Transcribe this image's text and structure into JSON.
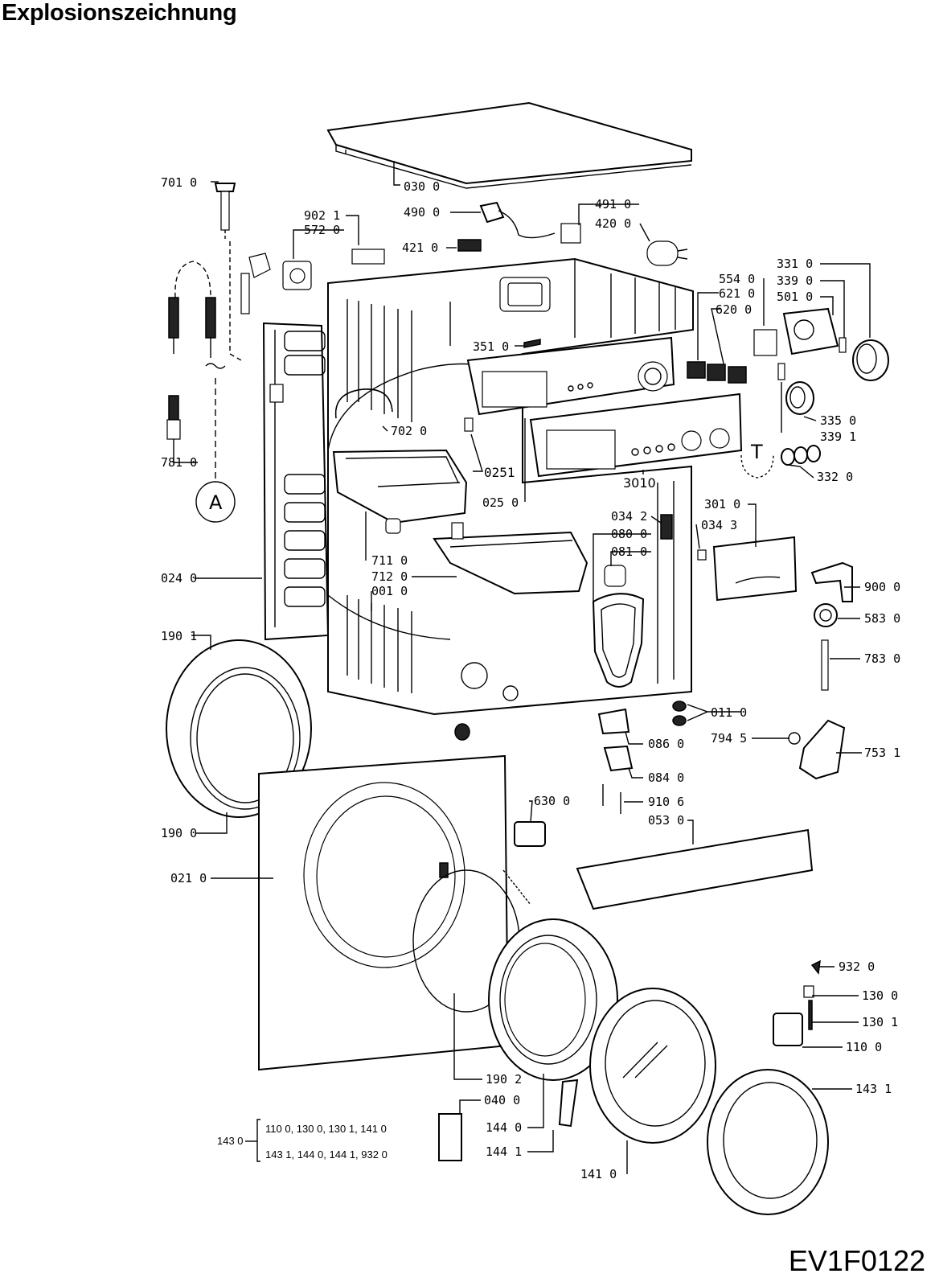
{
  "title": "Explosionszeichnung",
  "diagram_code": "EV1F0122",
  "callout_A": "A",
  "callout_T": "T",
  "labels": [
    {
      "id": "030",
      "text": "030 0"
    },
    {
      "id": "701",
      "text": "701 0"
    },
    {
      "id": "902",
      "text": "902 1"
    },
    {
      "id": "572",
      "text": "572 0"
    },
    {
      "id": "490",
      "text": "490 0"
    },
    {
      "id": "491",
      "text": "491 0"
    },
    {
      "id": "420",
      "text": "420 0"
    },
    {
      "id": "421",
      "text": "421 0"
    },
    {
      "id": "331",
      "text": "331 0"
    },
    {
      "id": "339a",
      "text": "339 0"
    },
    {
      "id": "501",
      "text": "501 0"
    },
    {
      "id": "554",
      "text": "554 0"
    },
    {
      "id": "621",
      "text": "621 0"
    },
    {
      "id": "620",
      "text": "620 0"
    },
    {
      "id": "351",
      "text": "351 0"
    },
    {
      "id": "702",
      "text": "702 0"
    },
    {
      "id": "0251",
      "text": "0251"
    },
    {
      "id": "3010",
      "text": "3010"
    },
    {
      "id": "025",
      "text": "025 0"
    },
    {
      "id": "335",
      "text": "335 0"
    },
    {
      "id": "339b",
      "text": "339 1"
    },
    {
      "id": "332",
      "text": "332 0"
    },
    {
      "id": "781",
      "text": "781 0"
    },
    {
      "id": "034a",
      "text": "034 2"
    },
    {
      "id": "034b",
      "text": "034 3"
    },
    {
      "id": "080",
      "text": "080 0"
    },
    {
      "id": "081",
      "text": "081 0"
    },
    {
      "id": "301",
      "text": "301 0"
    },
    {
      "id": "711",
      "text": "711 0"
    },
    {
      "id": "712",
      "text": "712 0"
    },
    {
      "id": "001",
      "text": "001 0"
    },
    {
      "id": "024",
      "text": "024 0"
    },
    {
      "id": "900",
      "text": "900 0"
    },
    {
      "id": "583",
      "text": "583 0"
    },
    {
      "id": "783",
      "text": "783 0"
    },
    {
      "id": "190a",
      "text": "190 1"
    },
    {
      "id": "011",
      "text": "011 0"
    },
    {
      "id": "794",
      "text": "794 5"
    },
    {
      "id": "086",
      "text": "086 0"
    },
    {
      "id": "753",
      "text": "753 1"
    },
    {
      "id": "084",
      "text": "084 0"
    },
    {
      "id": "630",
      "text": "630 0"
    },
    {
      "id": "910",
      "text": "910 6"
    },
    {
      "id": "053",
      "text": "053 0"
    },
    {
      "id": "190b",
      "text": "190 0"
    },
    {
      "id": "021",
      "text": "021 0"
    },
    {
      "id": "932",
      "text": "932 0"
    },
    {
      "id": "130a",
      "text": "130 0"
    },
    {
      "id": "130b",
      "text": "130 1"
    },
    {
      "id": "110",
      "text": "110 0"
    },
    {
      "id": "190c",
      "text": "190 2"
    },
    {
      "id": "143",
      "text": "143 1"
    },
    {
      "id": "040",
      "text": "040 0"
    },
    {
      "id": "144a",
      "text": "144 0"
    },
    {
      "id": "144b",
      "text": "144 1"
    },
    {
      "id": "141",
      "text": "141 0"
    }
  ],
  "legend": {
    "key": "143 0",
    "line1": "110 0, 130 0, 130 1, 141 0",
    "line2": "143 1, 144 0, 144 1, 932 0"
  }
}
